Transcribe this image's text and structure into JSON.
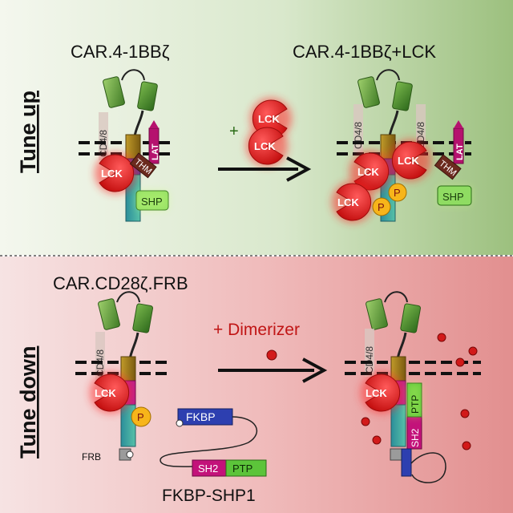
{
  "panels": {
    "top": {
      "side_label": "Tune up",
      "left_title": "CAR.4-1BBζ",
      "right_title": "CAR.4-1BBζ+LCK",
      "plus": "+"
    },
    "bottom": {
      "side_label": "Tune down",
      "left_title": "CAR.CD28ζ.FRB",
      "dimerizer_label": "+ Dimerizer",
      "fusion_label": "FKBP-SHP1"
    }
  },
  "labels": {
    "lck": "LCK",
    "cd48": "CD4/8",
    "lat": "LAT",
    "thm": "THM",
    "shp": "SHP",
    "p": "P",
    "fkbp": "FKBP",
    "sh2": "SH2",
    "ptp": "PTP",
    "frb": "FRB"
  },
  "colors": {
    "top_bg_left": "#f4f7ee",
    "top_bg_right": "#9cc07e",
    "bottom_bg_left": "#f6dede",
    "bottom_bg_right": "#e28f8f",
    "lck_red": "#e41f1f",
    "scfv_green_dark": "#3f7a25",
    "scfv_green_light": "#8cc35c",
    "tm_brown": "#9b7a17",
    "costim_purple": "#6a3c8e",
    "zeta_teal": "#2f9e96",
    "p_orange": "#f7b51a",
    "lat_magenta": "#b5126e",
    "thm_brown": "#6b2a1e",
    "shp_green": "#7fd35a",
    "fkbp_blue": "#2d3fb0",
    "sh2_magenta": "#c3127a",
    "ptp_green": "#5cc43a",
    "dimerizer_red": "#d21a1a"
  }
}
